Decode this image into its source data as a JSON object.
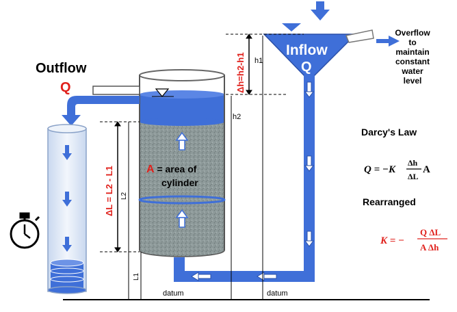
{
  "labels": {
    "outflow": "Outflow",
    "outflow_q": "Q",
    "inflow": "Inflow",
    "inflow_q": "Q",
    "overflow": [
      "Overflow",
      "to",
      "maintain",
      "constant",
      "water",
      "level"
    ],
    "delta_h": "Δh=h2-h1",
    "h1": "h1",
    "h2": "h2",
    "delta_l": "ΔL = L2 - L1",
    "l2": "L2",
    "l1": "L1",
    "area_a": "A",
    "area_text_1": " = area of",
    "area_text_2": "cylinder",
    "datum_left": "datum",
    "datum_right": "datum",
    "darcys_law": "Darcy's Law",
    "rearranged": "Rearranged"
  },
  "equations": {
    "darcy_lhs": "Q = −K",
    "darcy_num": "Δh",
    "darcy_den": "ΔL",
    "darcy_tail": "A",
    "k_lhs": "K = −",
    "k_num": "Q ΔL",
    "k_den": "A Δh"
  },
  "colors": {
    "water": "#3f6fd8",
    "water_light": "#5b86e5",
    "soil": "#8e9a9a",
    "accent_red": "#e0201b",
    "ink": "#000000",
    "glass": "#dfe9f7"
  },
  "icons": {
    "timer": "stopwatch-icon",
    "flow": "arrow-icon"
  }
}
